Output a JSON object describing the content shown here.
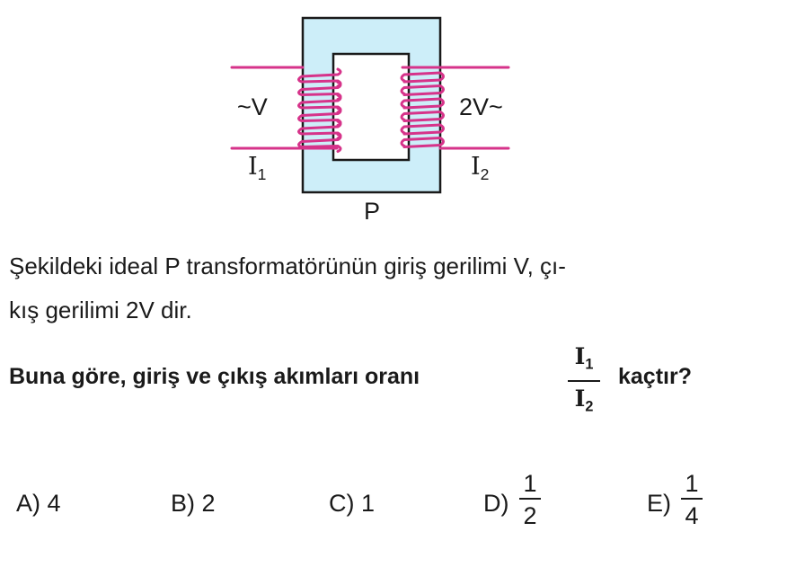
{
  "diagram": {
    "input_label": "~V",
    "output_label": "2V~",
    "current_in": {
      "symbol": "I",
      "sub": "1"
    },
    "current_out": {
      "symbol": "I",
      "sub": "2"
    },
    "transformer_label": "P",
    "core_color": "#cdeef9",
    "wire_color": "#d6338a"
  },
  "paragraph": {
    "line1": "Şekildeki ideal P transformatörünün giriş gerilimi V, çı-",
    "line2": "kış gerilimi 2V dir."
  },
  "question": {
    "before": "Buna göre, giriş ve çıkış akımları oranı",
    "num": {
      "symbol": "I",
      "sub": "1"
    },
    "den": {
      "symbol": "I",
      "sub": "2"
    },
    "after": "kaçtır?"
  },
  "options": [
    {
      "letter": "A)",
      "value": "4"
    },
    {
      "letter": "B)",
      "value": "2"
    },
    {
      "letter": "C)",
      "value": "1"
    },
    {
      "letter": "D)",
      "num": "1",
      "den": "2"
    },
    {
      "letter": "E)",
      "num": "1",
      "den": "4"
    }
  ]
}
